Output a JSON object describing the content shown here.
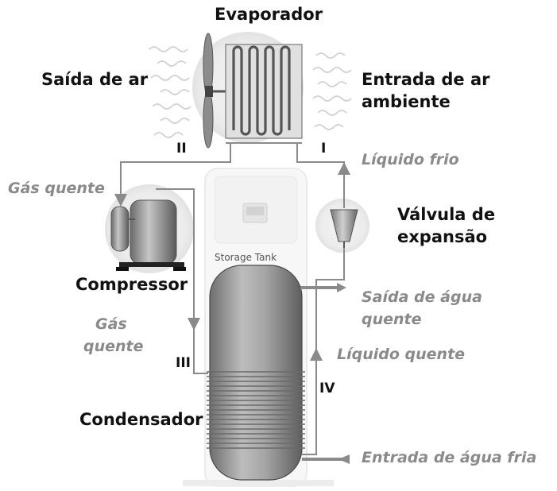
{
  "labels": {
    "evaporador": "Evaporador",
    "saida_de_ar": "Saída de ar",
    "entrada_de_ar_1": "Entrada de ar",
    "entrada_de_ar_2": "ambiente",
    "liquido_frio": "Líquido frio",
    "gas_quente_1": "Gás quente",
    "valvula_1": "Válvula de",
    "valvula_2": "expansão",
    "compressor": "Compressor",
    "gas_quente_2a": "Gás",
    "gas_quente_2b": "quente",
    "saida_agua_1": "Saída de água",
    "saida_agua_2": "quente",
    "liquido_quente": "Líquido quente",
    "condensador": "Condensador",
    "entrada_agua_fria": "Entrada de água fria",
    "storage_tank": "Storage Tank"
  },
  "numerals": {
    "i": "I",
    "ii": "II",
    "iii": "III",
    "iv": "IV"
  },
  "colors": {
    "dark_text": "#111111",
    "gray_text": "#8a8a8a",
    "pipe": "#8a8a8a"
  }
}
